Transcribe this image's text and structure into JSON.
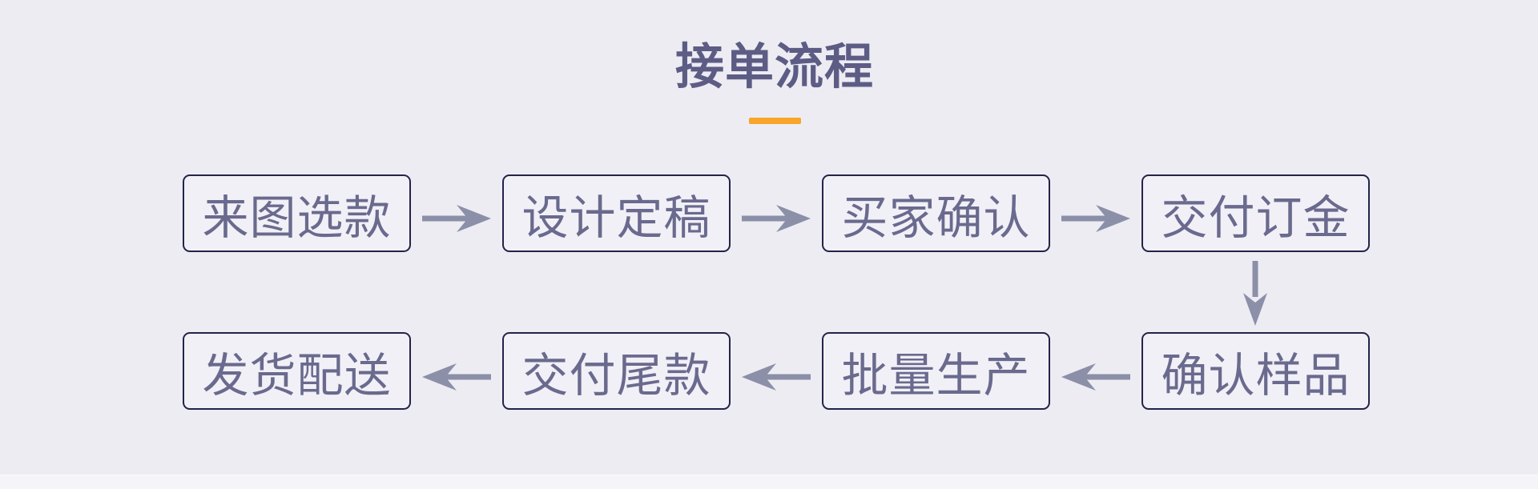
{
  "title": {
    "text": "接单流程"
  },
  "colors": {
    "background": "#edecf3",
    "box_background": "#f1f0f7",
    "box_border": "#23234a",
    "box_text": "#6a6a8e",
    "title_text": "#5c5c85",
    "accent_underline": "#f7a62a",
    "arrow": "#8b8fa7",
    "footer_band": "#f5f5f9"
  },
  "flowchart": {
    "row1": {
      "direction": "left-to-right",
      "connector_icon": "arrow-right-icon",
      "steps": [
        {
          "label": "来图选款"
        },
        {
          "label": "设计定稿"
        },
        {
          "label": "买家确认"
        },
        {
          "label": "交付订金"
        }
      ]
    },
    "row_link_icon": "arrow-down-icon",
    "row2": {
      "direction": "right-to-left",
      "connector_icon": "arrow-left-icon",
      "steps": [
        {
          "label": "发货配送"
        },
        {
          "label": "交付尾款"
        },
        {
          "label": "批量生产"
        },
        {
          "label": "确认样品"
        }
      ]
    }
  }
}
